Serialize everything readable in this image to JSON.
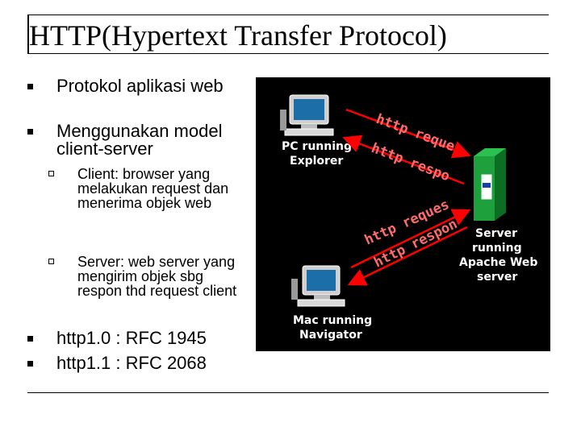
{
  "slide": {
    "title": "HTTP(Hypertext Transfer Protocol)",
    "bullets": [
      "Protokol aplikasi web",
      "Menggunakan model client-server"
    ],
    "sub_bullets": [
      "Client: browser yang melakukan request dan menerima objek web",
      "Server: web server yang mengirim objek sbg respon thd request client"
    ],
    "rfc_bullets": [
      "http1.0 : RFC 1945",
      "http1.1 : RFC 2068"
    ]
  },
  "diagram": {
    "pc_label": [
      "PC running",
      "Explorer"
    ],
    "mac_label": [
      "Mac running",
      "Navigator"
    ],
    "server_label": [
      "Server",
      "running",
      "Apache Web",
      "server"
    ],
    "arrow_labels": {
      "pc_request": "http request",
      "pc_response": "http response",
      "mac_request": "http request",
      "mac_response": "http response"
    },
    "colors": {
      "background": "#000000",
      "arrow": "#ff0000",
      "arrow_text": "#ff6b6b",
      "label": "#ffffff",
      "server": "#1ea03c"
    }
  }
}
